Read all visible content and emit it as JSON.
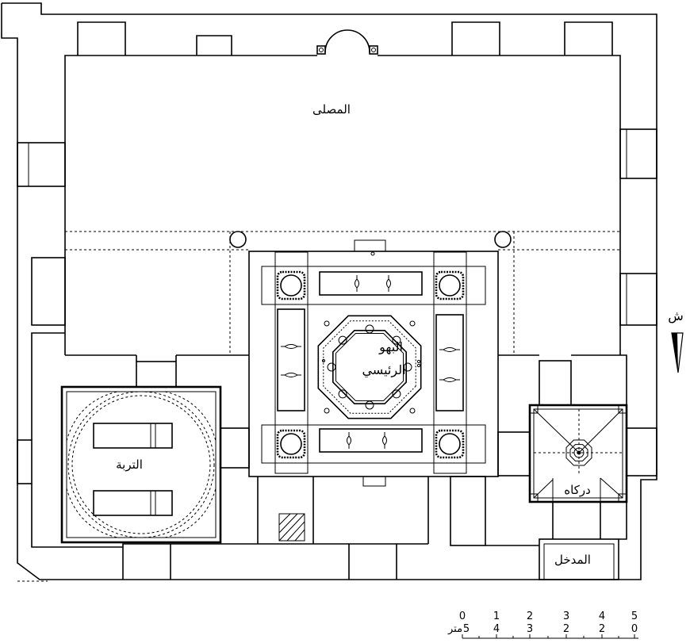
{
  "labels": {
    "prayer_hall": "المصلى",
    "courtyard_line1": "البهو",
    "courtyard_line2": "الرئيسي",
    "tomb": "التربة",
    "vestibule": "دركاه",
    "entrance": "المدخل"
  },
  "north_arrow": {
    "label": "ش"
  },
  "scale_bar": {
    "unit": "متر",
    "top_ticks": [
      "0",
      "1",
      "2",
      "3",
      "4",
      "5"
    ],
    "bottom_ticks": [
      "5",
      "4",
      "3",
      "2",
      "2",
      "0"
    ]
  },
  "colors": {
    "line": "#000000",
    "background": "#ffffff"
  }
}
